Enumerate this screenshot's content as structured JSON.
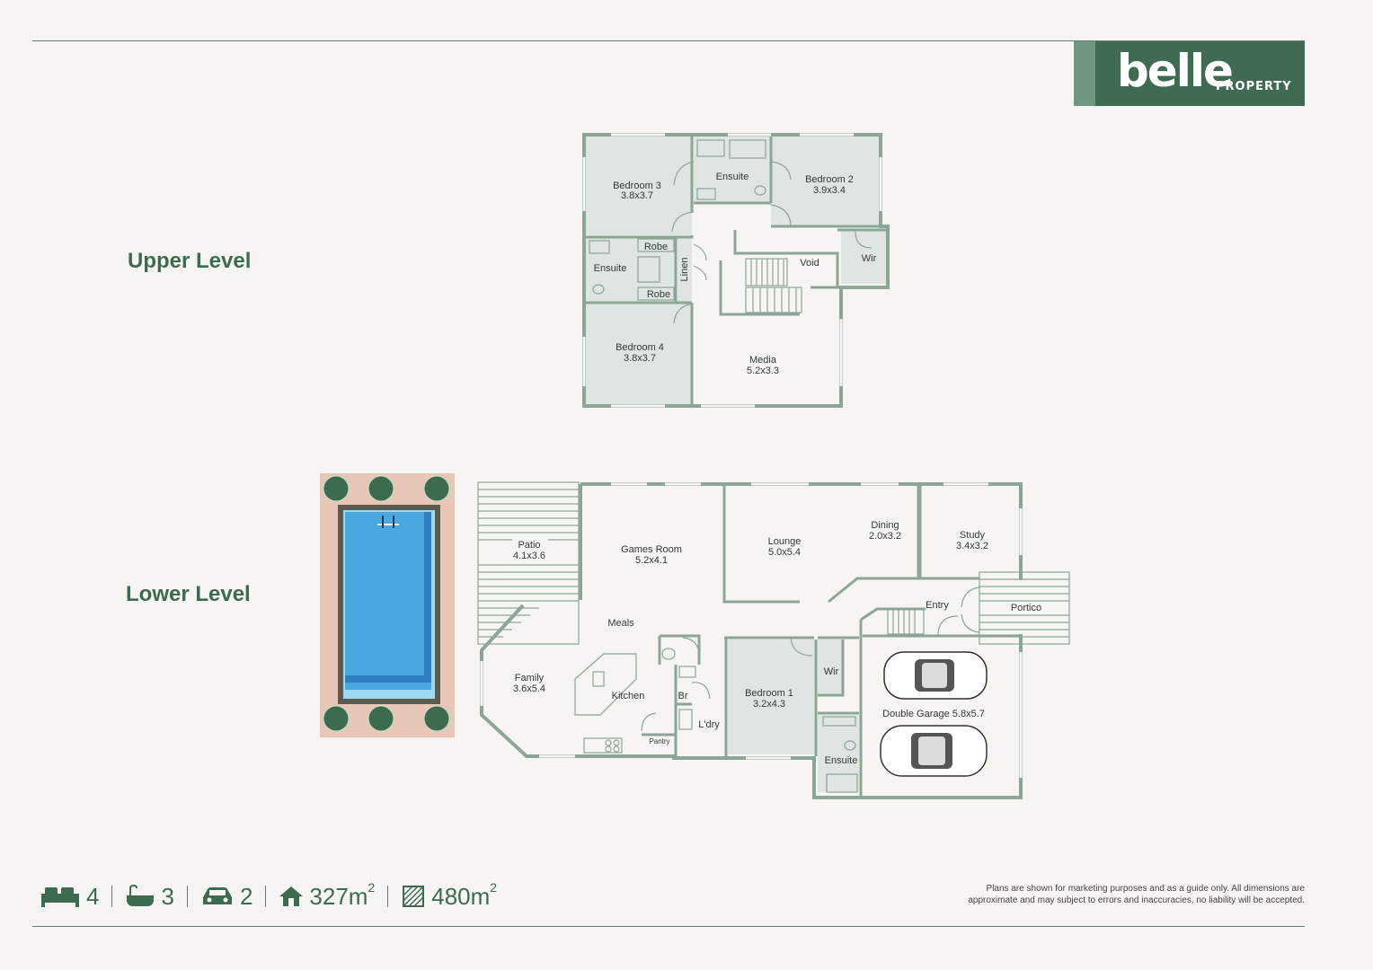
{
  "brand": {
    "name": "belle",
    "tag": "PROPERTY"
  },
  "levels": {
    "upper": "Upper Level",
    "lower": "Lower Level"
  },
  "upper_rooms": {
    "bedroom3": {
      "name": "Bedroom 3",
      "dim": "3.8x3.7"
    },
    "ensuite_top": {
      "name": "Ensuite"
    },
    "bedroom2": {
      "name": "Bedroom 2",
      "dim": "3.9x3.4"
    },
    "robe1": {
      "name": "Robe"
    },
    "ensuite_left": {
      "name": "Ensuite"
    },
    "linen": {
      "name": "Linen"
    },
    "robe2": {
      "name": "Robe"
    },
    "void": {
      "name": "Void"
    },
    "wir": {
      "name": "Wir"
    },
    "bedroom4": {
      "name": "Bedroom 4",
      "dim": "3.8x3.7"
    },
    "media": {
      "name": "Media",
      "dim": "5.2x3.3"
    }
  },
  "lower_rooms": {
    "patio": {
      "name": "Patio",
      "dim": "4.1x3.6"
    },
    "games": {
      "name": "Games Room",
      "dim": "5.2x4.1"
    },
    "lounge": {
      "name": "Lounge",
      "dim": "5.0x5.4"
    },
    "dining": {
      "name": "Dining",
      "dim": "2.0x3.2"
    },
    "study": {
      "name": "Study",
      "dim": "3.4x3.2"
    },
    "entry": {
      "name": "Entry"
    },
    "portico": {
      "name": "Portico"
    },
    "meals": {
      "name": "Meals"
    },
    "family": {
      "name": "Family",
      "dim": "3.6x5.4"
    },
    "kitchen": {
      "name": "Kitchen"
    },
    "pantry": {
      "name": "Pantry"
    },
    "br": {
      "name": "Br"
    },
    "ldry": {
      "name": "L'dry"
    },
    "bedroom1": {
      "name": "Bedroom 1",
      "dim": "3.2x4.3"
    },
    "wir": {
      "name": "Wir"
    },
    "ensuite": {
      "name": "Ensuite"
    },
    "garage": {
      "name": "Double Garage 5.8x5.7"
    }
  },
  "stats": {
    "bed": "4",
    "bath": "3",
    "car": "2",
    "house_area": "327m",
    "land_area": "480m",
    "area_unit_sup": "2"
  },
  "disclaimer": {
    "line1": "Plans are shown for marketing purposes and as a guide only. All dimensions are",
    "line2": "approximate and may subject to errors and inaccuracies, no liability will be accepted."
  },
  "colors": {
    "brand_green": "#3f6b52",
    "wall": "#8da594",
    "room_fill": "#dfe5e0",
    "pool": "#4aa8e0",
    "paving": "#e7c6b8"
  }
}
